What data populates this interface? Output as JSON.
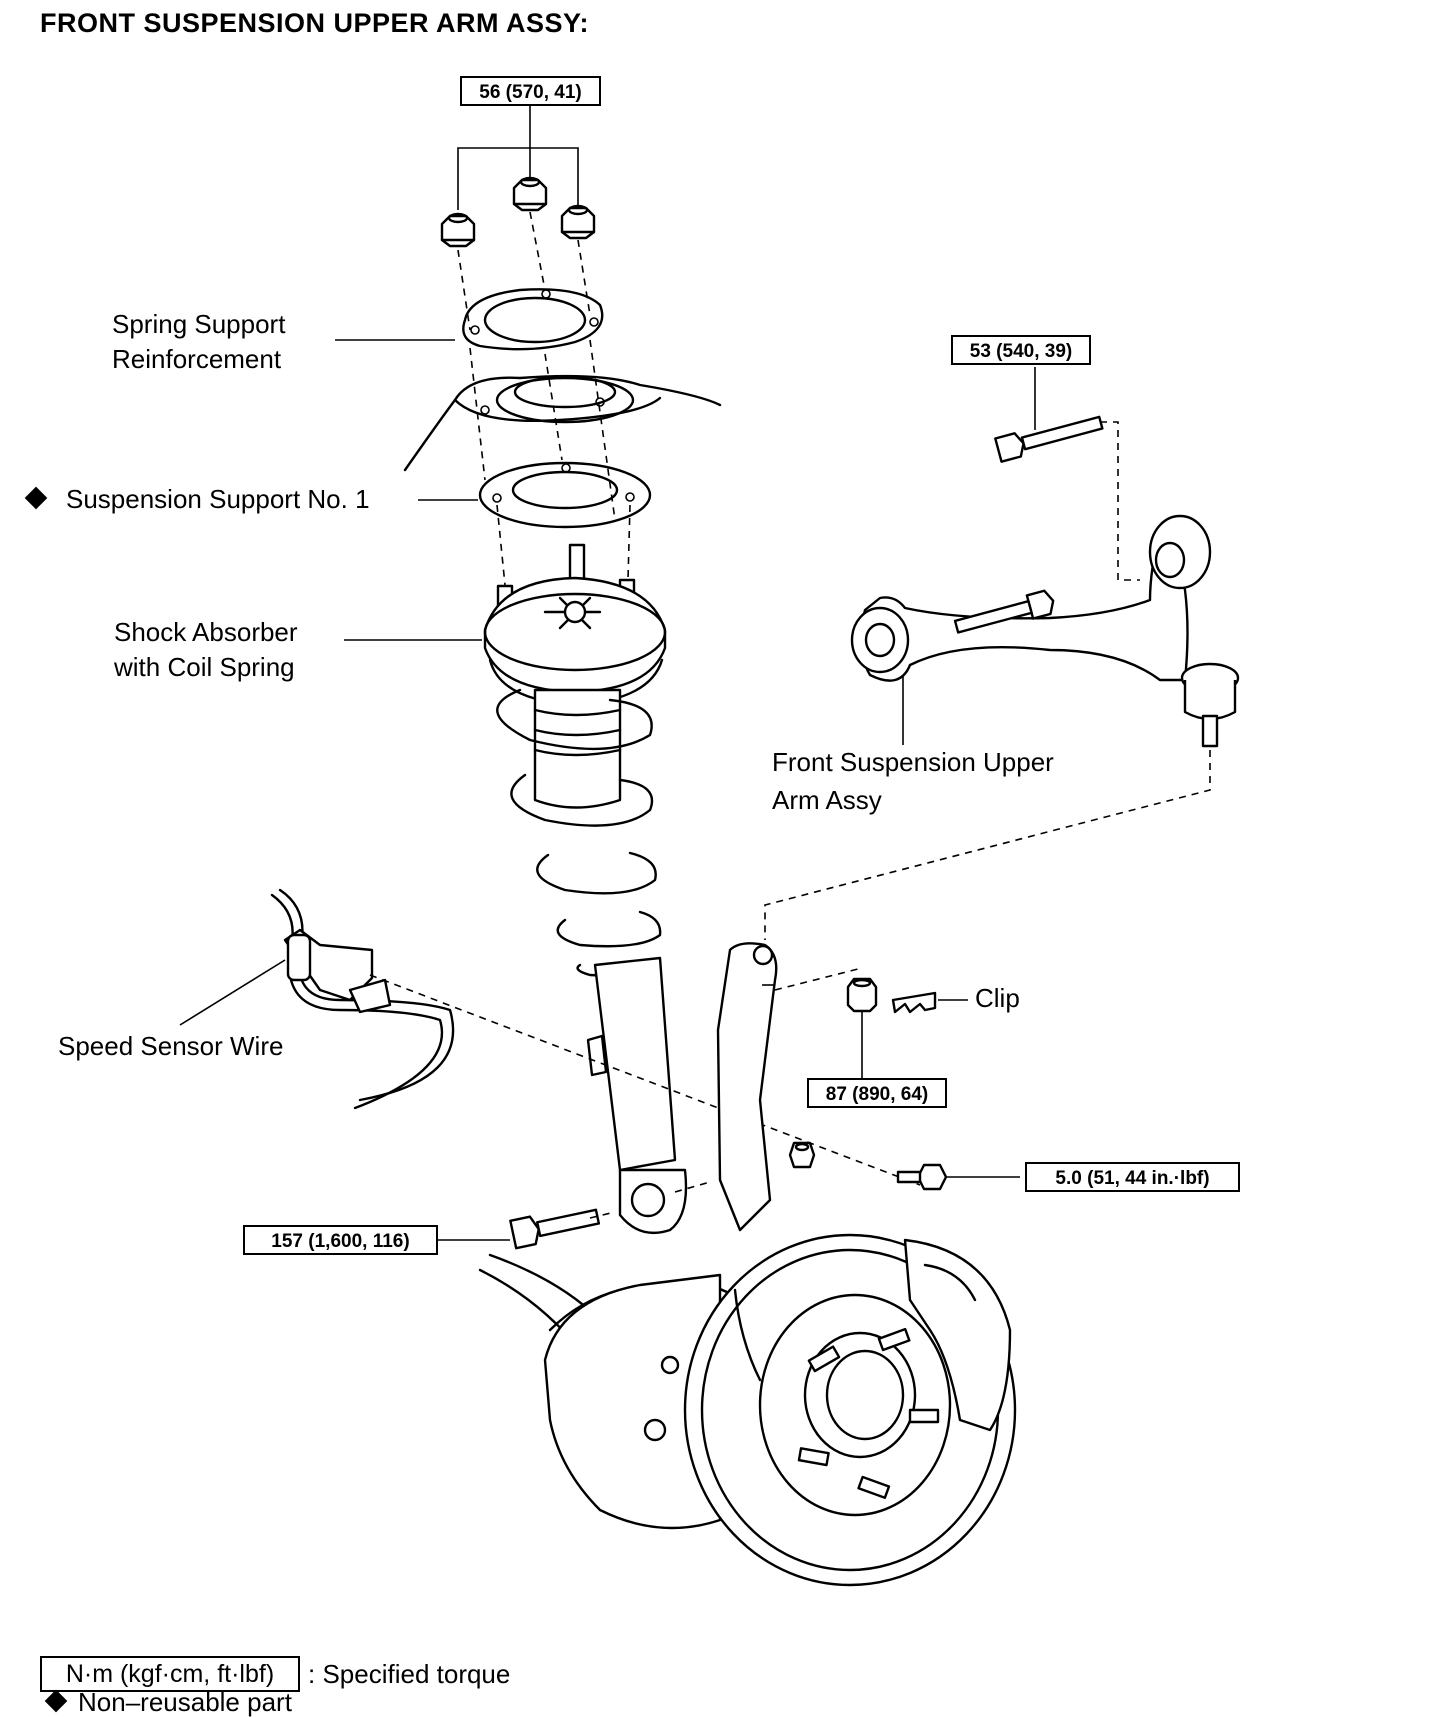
{
  "title": "FRONT SUSPENSION UPPER ARM ASSY:",
  "labels": {
    "spring_support_line1": "Spring Support",
    "spring_support_line2": "Reinforcement",
    "suspension_support": "Suspension Support No. 1",
    "shock_line1": "Shock Absorber",
    "shock_line2": "with Coil Spring",
    "upper_arm_line1": "Front Suspension Upper",
    "upper_arm_line2": "Arm Assy",
    "clip": "Clip",
    "speed_sensor": "Speed Sensor Wire"
  },
  "torques": {
    "top_nuts": "56 (570, 41)",
    "arm_bolt": "53 (540, 39)",
    "ball_joint_nut": "87 (890, 64)",
    "sensor_bolt": "5.0 (51, 44 in.·lbf)",
    "lower_bolt": "157 (1,600, 116)"
  },
  "legend": {
    "unit_box": "N·m (kgf·cm, ft·lbf)",
    "unit_text": ": Specified torque",
    "non_reusable": "Non–reusable part"
  }
}
